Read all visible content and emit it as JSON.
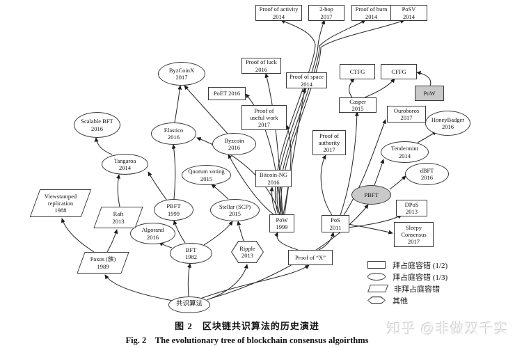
{
  "figure": {
    "caption_zh": "图 2　区块链共识算法的历史演进",
    "caption_en": "Fig. 2　The evolutionary tree of blockchain consensus algoirthms",
    "watermark": "知乎 @非做双千实"
  },
  "colors": {
    "background": "#ffffff",
    "node_border": "#3a3a3a",
    "edge": "#2a2a2a",
    "highlight_fill": "#c9c9c9"
  },
  "legend": {
    "items": [
      {
        "shape": "rect",
        "label": "拜占庭容错 (1/2)"
      },
      {
        "shape": "ellipse",
        "label": "拜占庭容错 (1/3)"
      },
      {
        "shape": "parallelogram",
        "label": "非拜占庭容错"
      },
      {
        "shape": "hexagon",
        "label": "其他"
      }
    ]
  },
  "nodes": [
    {
      "id": "proof_activity",
      "shape": "rect",
      "lines": [
        "Proof of activity",
        "2014"
      ]
    },
    {
      "id": "two_hop",
      "shape": "rect",
      "lines": [
        "2-hop",
        "2017"
      ]
    },
    {
      "id": "proof_burn",
      "shape": "rect",
      "lines": [
        "Proof of burn",
        "2014"
      ]
    },
    {
      "id": "posv",
      "shape": "rect",
      "lines": [
        "PoSV",
        "2014"
      ]
    },
    {
      "id": "proof_luck",
      "shape": "rect",
      "lines": [
        "Proof of luck",
        "2016"
      ]
    },
    {
      "id": "proof_space",
      "shape": "rect",
      "lines": [
        "Proof of space",
        "2014"
      ]
    },
    {
      "id": "poet",
      "shape": "rect",
      "lines": [
        "PoET 2016"
      ]
    },
    {
      "id": "proof_useful",
      "shape": "rect",
      "lines": [
        "Proof of",
        "useful work",
        "2017"
      ]
    },
    {
      "id": "ctfg",
      "shape": "rect",
      "lines": [
        "CTFG"
      ]
    },
    {
      "id": "cffg",
      "shape": "rect",
      "lines": [
        "CFFG"
      ]
    },
    {
      "id": "pow_hl",
      "shape": "rect",
      "lines": [
        "PoW"
      ],
      "highlight": true
    },
    {
      "id": "casper",
      "shape": "rect",
      "lines": [
        "Casper",
        "2015"
      ]
    },
    {
      "id": "ouroboros",
      "shape": "rect",
      "lines": [
        "Ouroboros",
        "2017"
      ]
    },
    {
      "id": "proof_authority",
      "shape": "rect",
      "lines": [
        "Proof of",
        "authority",
        "2017"
      ]
    },
    {
      "id": "byzcoinx",
      "shape": "ellipse",
      "lines": [
        "ByzCoinX",
        "2017"
      ]
    },
    {
      "id": "scalable_bft",
      "shape": "ellipse",
      "lines": [
        "Scalable BFT",
        "2016"
      ]
    },
    {
      "id": "elastico",
      "shape": "ellipse",
      "lines": [
        "Elastico",
        "2016"
      ]
    },
    {
      "id": "byzcoin",
      "shape": "ellipse",
      "lines": [
        "Byzcoin",
        "2016"
      ]
    },
    {
      "id": "honeybadger",
      "shape": "ellipse",
      "lines": [
        "HoneyBadger",
        "2016"
      ]
    },
    {
      "id": "tendermint",
      "shape": "ellipse",
      "lines": [
        "Tendermint",
        "2014"
      ]
    },
    {
      "id": "dbft",
      "shape": "ellipse",
      "lines": [
        "dBFT",
        "2016"
      ]
    },
    {
      "id": "pbft_hl",
      "shape": "ellipse",
      "lines": [
        "PBFT"
      ],
      "highlight": true
    },
    {
      "id": "tangaroa",
      "shape": "ellipse",
      "lines": [
        "Tangaroa",
        "2014"
      ]
    },
    {
      "id": "quorum",
      "shape": "ellipse",
      "lines": [
        "Quorum voting",
        "2015"
      ]
    },
    {
      "id": "pbft_1999",
      "shape": "ellipse",
      "lines": [
        "PBFT",
        "1999"
      ]
    },
    {
      "id": "stellar",
      "shape": "ellipse",
      "lines": [
        "Stellar (SCP)",
        "2015"
      ]
    },
    {
      "id": "algorand",
      "shape": "ellipse",
      "lines": [
        "Algorand",
        "2016"
      ]
    },
    {
      "id": "bft_1982",
      "shape": "ellipse",
      "lines": [
        "BFT",
        "1982"
      ]
    },
    {
      "id": "bitcoin_ng",
      "shape": "rect",
      "lines": [
        "Bitcoin-NG",
        "2016"
      ]
    },
    {
      "id": "pow_1999",
      "shape": "rect",
      "lines": [
        "PoW",
        "1999"
      ]
    },
    {
      "id": "pos_2011",
      "shape": "rect",
      "lines": [
        "PoS",
        "2011"
      ]
    },
    {
      "id": "dpos",
      "shape": "rect",
      "lines": [
        "DPoS",
        "2013"
      ]
    },
    {
      "id": "sleepy",
      "shape": "rect",
      "lines": [
        "Sleepy",
        "Consensus",
        "2017"
      ]
    },
    {
      "id": "proof_x",
      "shape": "rect",
      "lines": [
        "Proof of “X”"
      ]
    },
    {
      "id": "viewstamped",
      "shape": "parallelogram",
      "lines": [
        "Viewstamped",
        "replication",
        "1988"
      ]
    },
    {
      "id": "raft",
      "shape": "parallelogram",
      "lines": [
        "Raft",
        "2013"
      ]
    },
    {
      "id": "paxos",
      "shape": "parallelogram",
      "lines": [
        "Paxos (族)",
        "1989"
      ]
    },
    {
      "id": "ripple",
      "shape": "hexagon",
      "lines": [
        "Ripple",
        "2013"
      ]
    },
    {
      "id": "root",
      "shape": "ellipse",
      "lines": [
        "共识算法"
      ]
    }
  ],
  "edges": [
    {
      "from": "pow_1999",
      "to": "proof_activity"
    },
    {
      "from": "pow_1999",
      "to": "two_hop"
    },
    {
      "from": "pow_1999",
      "to": "proof_burn"
    },
    {
      "from": "pow_1999",
      "to": "posv"
    },
    {
      "from": "pow_1999",
      "to": "proof_luck"
    },
    {
      "from": "pow_1999",
      "to": "proof_space"
    },
    {
      "from": "pow_1999",
      "to": "poet"
    },
    {
      "from": "pow_1999",
      "to": "proof_useful"
    },
    {
      "from": "pow_1999",
      "to": "bitcoin_ng"
    },
    {
      "from": "pow_1999",
      "to": "byzcoin"
    },
    {
      "from": "pow_1999",
      "to": "elastico"
    },
    {
      "from": "elastico",
      "to": "byzcoinx"
    },
    {
      "from": "byzcoin",
      "to": "byzcoinx"
    },
    {
      "from": "pbft_1999",
      "to": "elastico"
    },
    {
      "from": "pbft_1999",
      "to": "tangaroa"
    },
    {
      "from": "tangaroa",
      "to": "scalable_bft"
    },
    {
      "from": "raft",
      "to": "tangaroa"
    },
    {
      "from": "paxos",
      "to": "raft"
    },
    {
      "from": "paxos",
      "to": "viewstamped"
    },
    {
      "from": "root",
      "to": "paxos"
    },
    {
      "from": "root",
      "to": "bft_1982"
    },
    {
      "from": "root",
      "to": "ripple"
    },
    {
      "from": "root",
      "to": "proof_x"
    },
    {
      "from": "root",
      "to": "pbft_hl"
    },
    {
      "from": "proof_x",
      "to": "pow_1999"
    },
    {
      "from": "proof_x",
      "to": "pos_2011"
    },
    {
      "from": "bft_1982",
      "to": "pbft_1999"
    },
    {
      "from": "bft_1982",
      "to": "algorand"
    },
    {
      "from": "bft_1982",
      "to": "stellar"
    },
    {
      "from": "ripple",
      "to": "stellar"
    },
    {
      "from": "stellar",
      "to": "quorum"
    },
    {
      "from": "pos_2011",
      "to": "casper"
    },
    {
      "from": "casper",
      "to": "ctfg"
    },
    {
      "from": "casper",
      "to": "cffg"
    },
    {
      "from": "pow_hl",
      "to": "cffg"
    },
    {
      "from": "pos_2011",
      "to": "ouroboros"
    },
    {
      "from": "pos_2011",
      "to": "proof_authority"
    },
    {
      "from": "pbft_hl",
      "to": "tendermint"
    },
    {
      "from": "pbft_hl",
      "to": "dbft"
    },
    {
      "from": "tendermint",
      "to": "honeybadger"
    },
    {
      "from": "pos_2011",
      "to": "dpos"
    },
    {
      "from": "pos_2011",
      "to": "sleepy"
    }
  ]
}
